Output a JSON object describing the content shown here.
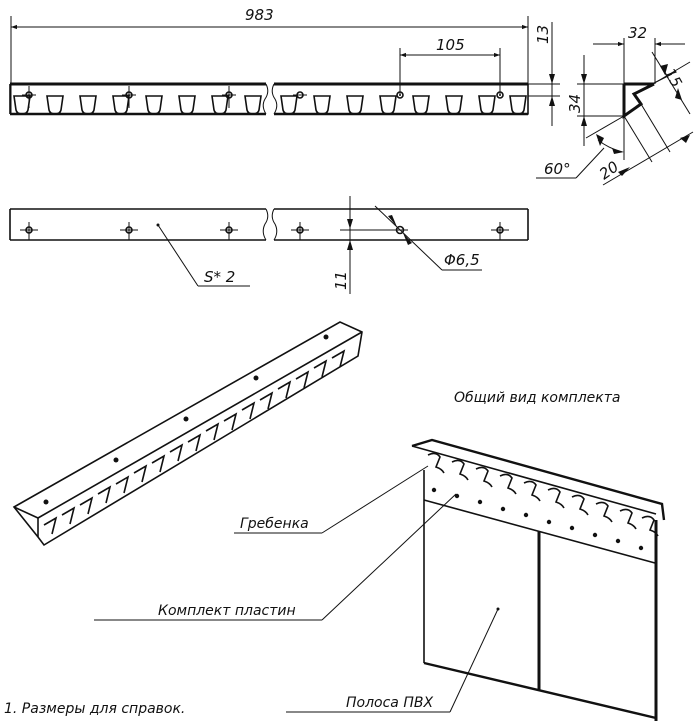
{
  "drawing": {
    "colors": {
      "line": "#111111",
      "background": "#ffffff"
    },
    "front_view": {
      "dimensions": {
        "overall_length": "983",
        "hook_pitch": "105",
        "top_offset": "13"
      }
    },
    "profile_view": {
      "dimensions": {
        "width": "32",
        "height": "34",
        "lip": "15",
        "angle": "60°",
        "leg": "20"
      }
    },
    "plan_view": {
      "dimensions": {
        "hole_offset": "11",
        "hole_diameter": "Φ6,5",
        "thickness_note": "S* 2"
      }
    },
    "isometric": {
      "title": "Общий вид комплекта",
      "callouts": {
        "comb": "Гребенка",
        "plate_set": "Комплект пластин",
        "pvc_strip": "Полоса ПВХ"
      }
    },
    "notes": [
      "1. Размеры для справок."
    ]
  }
}
